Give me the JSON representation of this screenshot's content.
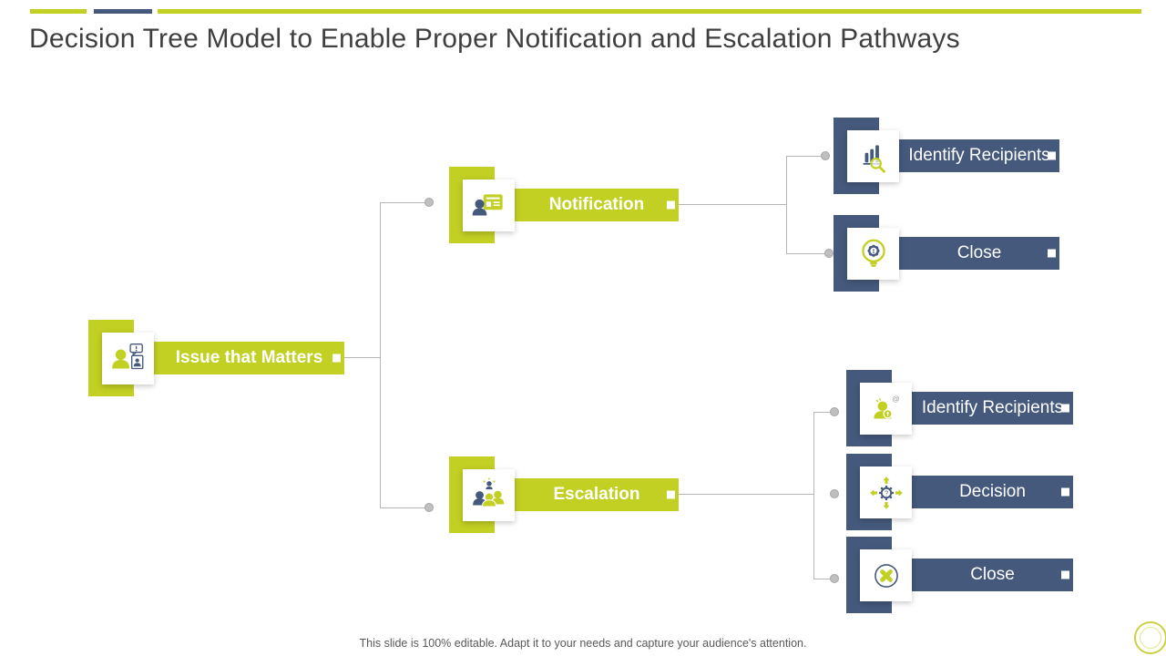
{
  "slide": {
    "title": "Decision Tree Model to Enable Proper Notification and Escalation Pathways",
    "footer": "This slide is 100% editable. Adapt it to your needs and capture your audience's attention."
  },
  "colors": {
    "accent_green": "#c2cf23",
    "accent_blue": "#44597c",
    "connector_gray": "#b6b6b6",
    "title_gray": "#3f3f3f",
    "footer_gray": "#595959"
  },
  "tree": {
    "root": {
      "label": "Issue that Matters",
      "icon": "person-speech-idcard-icon"
    },
    "branches": [
      {
        "label": "Notification",
        "icon": "person-newsletter-icon",
        "children": [
          {
            "label": "Identify Recipients",
            "icon": "bar-chart-magnifier-icon"
          },
          {
            "label": "Close",
            "icon": "bulb-gear-icon"
          }
        ]
      },
      {
        "label": "Escalation",
        "icon": "people-group-icon",
        "children": [
          {
            "label": "Identify Recipients",
            "icon": "person-at-sign-icon"
          },
          {
            "label": "Decision",
            "icon": "gear-four-arrows-icon"
          },
          {
            "label": "Close",
            "icon": "circle-cross-icon"
          }
        ]
      }
    ]
  }
}
